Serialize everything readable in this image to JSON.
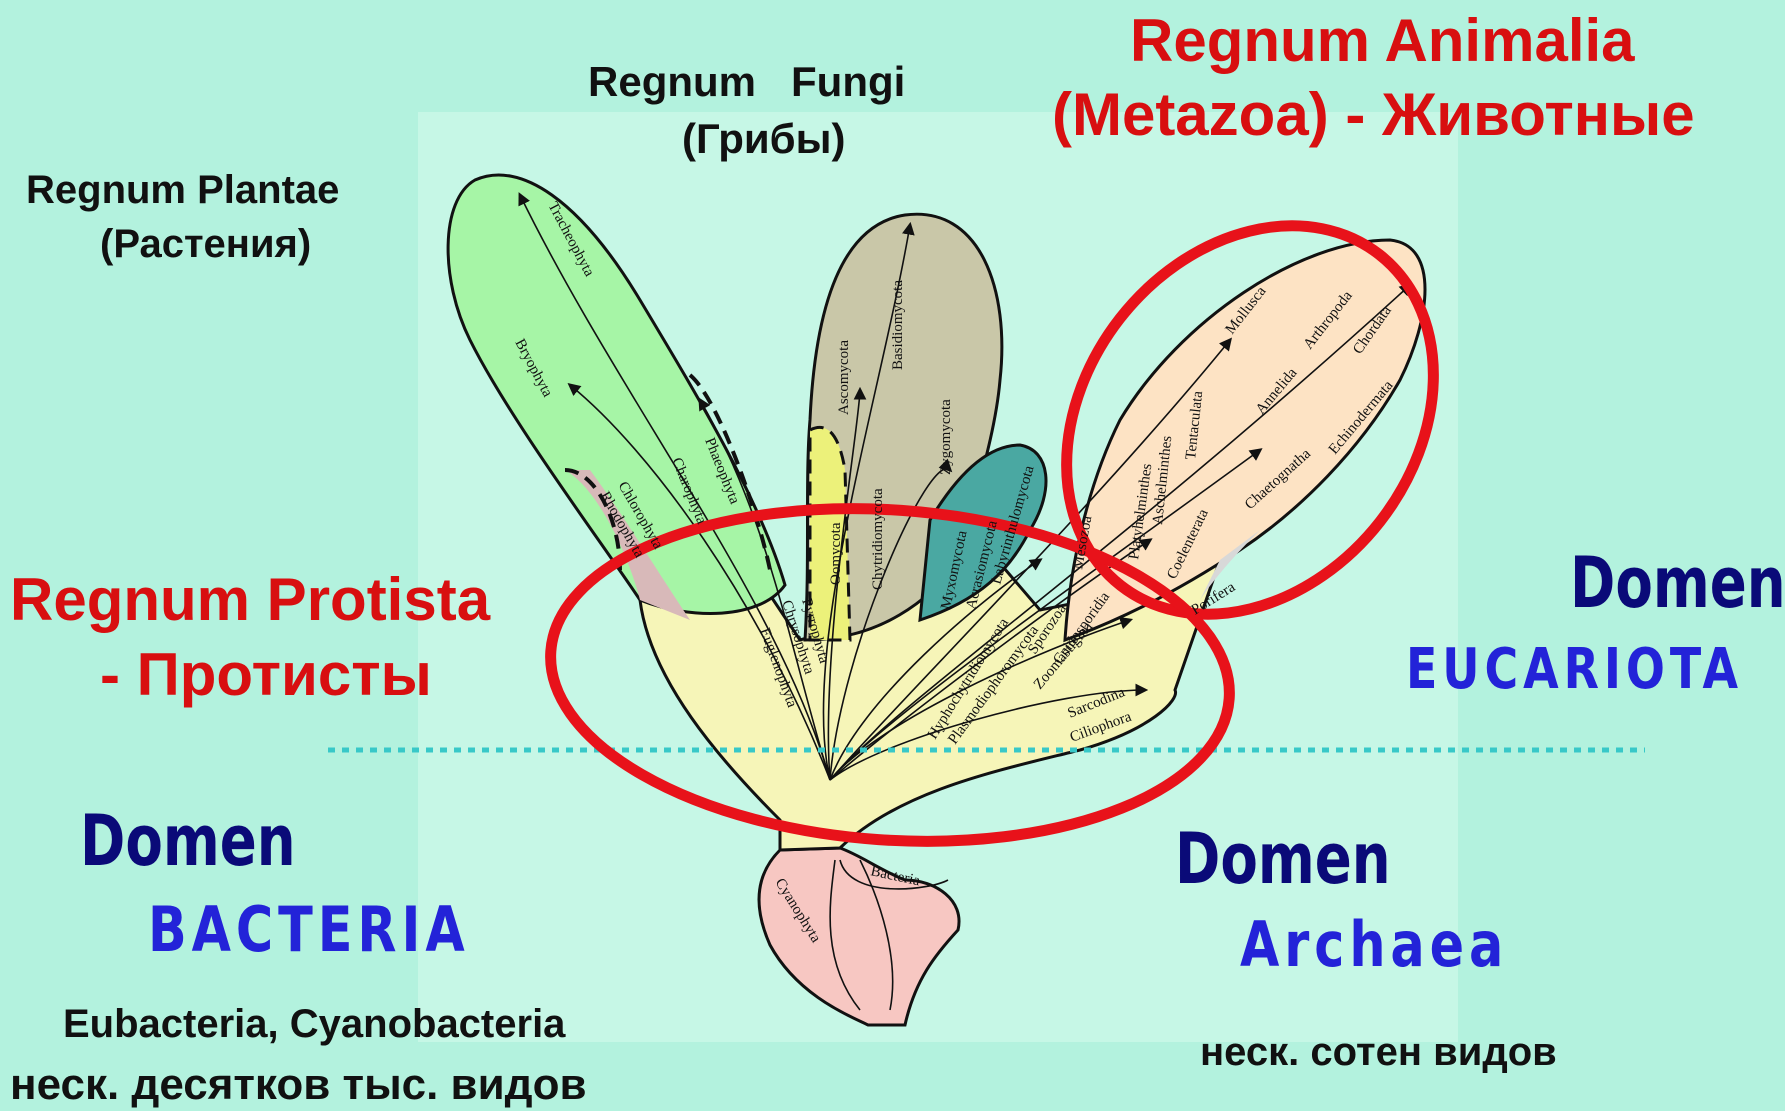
{
  "title_plantae": "Regnum Plantae",
  "title_plantae_ru": "(Растения)",
  "title_fungi": "Regnum   Fungi",
  "title_fungi_ru": "(Грибы)",
  "title_animalia": "Regnum Animalia",
  "title_animalia_2": "(Metazoa) -",
  "title_animalia_ru": "Животные",
  "title_protista": "Regnum Protista",
  "title_protista_ru": "- Протисты",
  "domain_eucariota_label": "Domen",
  "domain_eucariota_name": "EUCARIOTA",
  "domain_bacteria_label": "Domen",
  "domain_bacteria_name": "BACTERIA",
  "domain_archaea_label": "Domen",
  "domain_archaea_name": "Archaea",
  "bacteria_examples": "Eubacteria, Cyanobacteria",
  "bacteria_count": "неск. десятков тыс. видов",
  "archaea_count": "неск. сотен видов",
  "taxa": {
    "tracheophyta": "Tracheophyta",
    "bryophyta": "Bryophyta",
    "phaeophyta": "Phaeophyta",
    "charophyta": "Charophyta",
    "chlorophyta": "Chlorophyta",
    "rhodophyta": "Rhodophyta",
    "ascomycota": "Ascomycota",
    "basidiomycota": "Basidiomycota",
    "zygomycota": "Zygomycota",
    "chytridiomycota": "Chytridiomycota",
    "oomycota": "Oomycota",
    "myxomycota": "Myxomycota",
    "acrasiomycota": "Acrasiomycota",
    "labyrinthulomycota": "Labyrinthulomycota",
    "euglenophyta": "Euglenophyta",
    "chrysophyta": "Chrysophyta",
    "pyrrophyta": "Pyrrophyta",
    "hyphochytridiomycota": "Hyphochytridiomycota",
    "plasmodiophoromycota": "Plasmodiophoromycota",
    "sporozoa": "Sporozoa",
    "cnidosporidia": "Cnidosporidia",
    "zoomastigina": "Zoomastigina",
    "sarcodina": "Sarcodina",
    "ciliophora": "Ciliophora",
    "mesozoa": "Mesozoa",
    "platyhelminthes": "Platyhelminthes",
    "aschelminthes": "Aschelminthes",
    "tentaculata": "Tentaculata",
    "coelenterata": "Coelenterata",
    "porifera": "Porifera",
    "mollusca": "Mollusca",
    "annelida": "Annelida",
    "arthropoda": "Arthropoda",
    "chaetognatha": "Chaetognatha",
    "chordata": "Chordata",
    "echinodermata": "Echinodermata",
    "cyanophyta": "Cyanophyta",
    "bacteria": "Bacteria"
  },
  "colors": {
    "background": "#b3f2de",
    "plantae": "#a6f5a6",
    "fungi": "#c9c7a8",
    "animalia": "#fde3c4",
    "protista": "#f6f5b8",
    "bacteria": "#f7c7c2",
    "highlight": "#e8121a",
    "eucariota_divider": "#38c8c8"
  }
}
